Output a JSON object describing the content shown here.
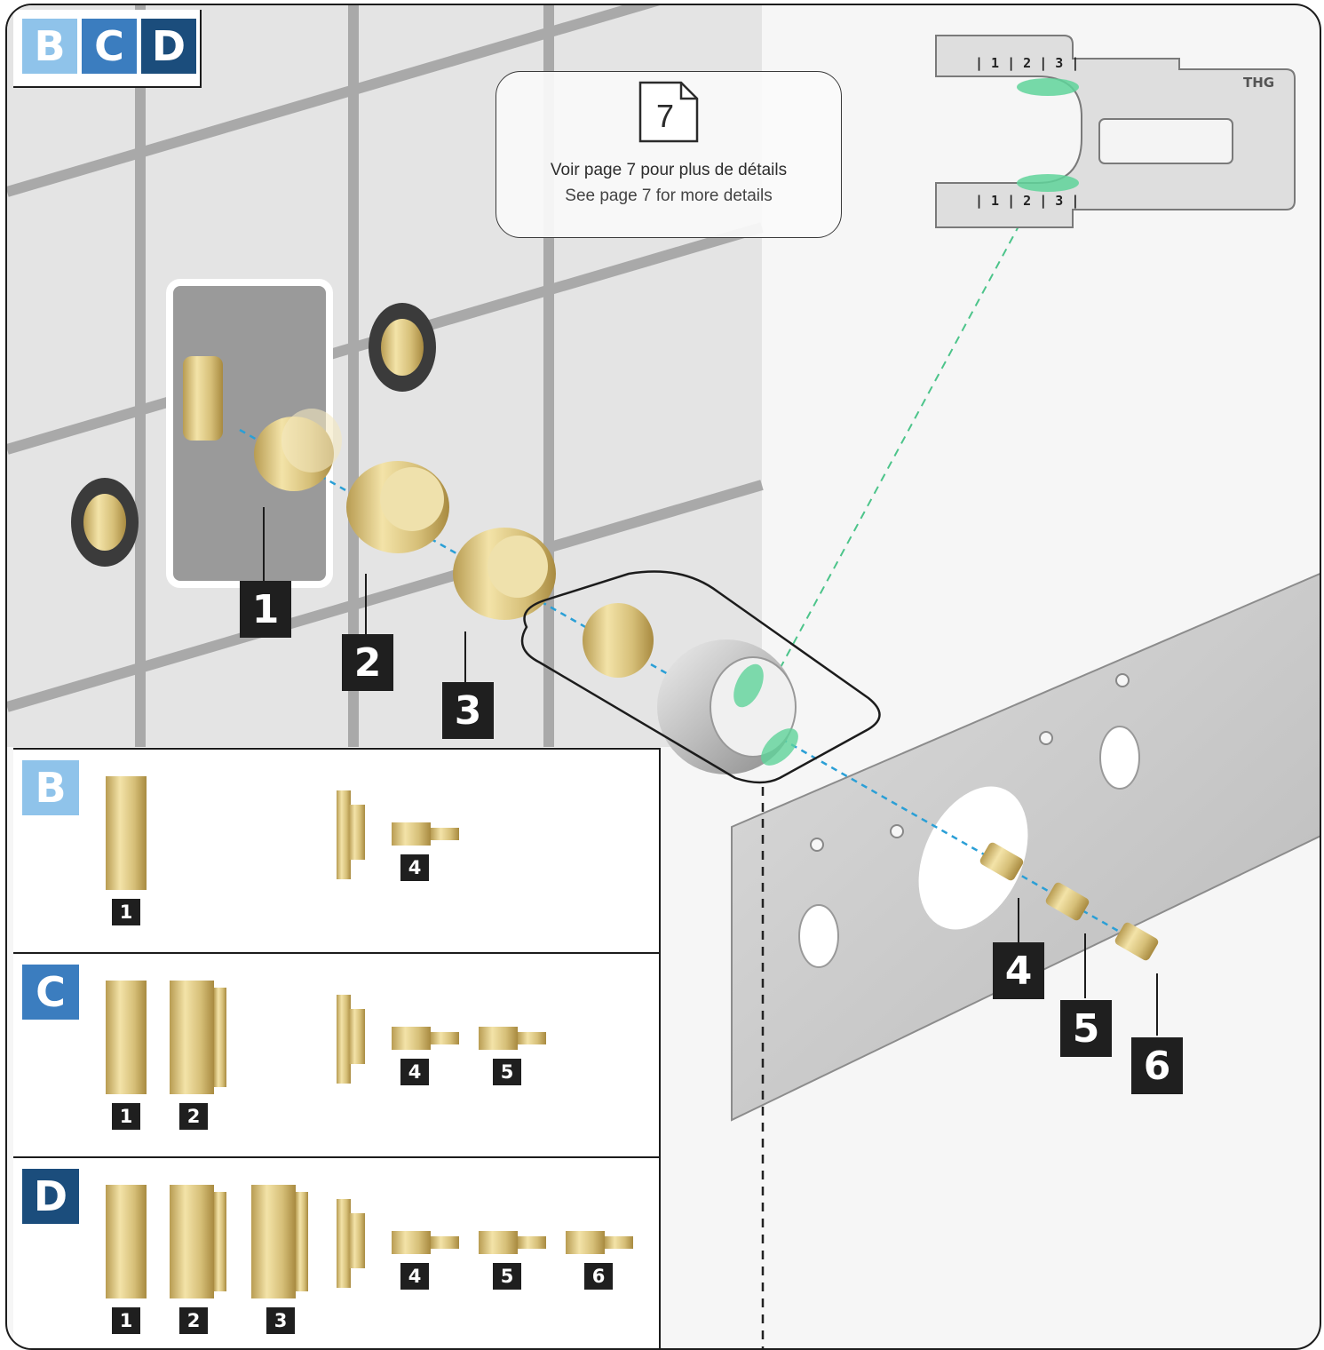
{
  "tabs": [
    {
      "letter": "B",
      "color": "#8fc3ea"
    },
    {
      "letter": "C",
      "color": "#3b7dbf"
    },
    {
      "letter": "D",
      "color": "#1b4d7c"
    }
  ],
  "callout": {
    "page_number": "7",
    "text_fr": "Voir page 7 pour plus de détails",
    "text_en": "See page 7 for more details"
  },
  "gauge": {
    "scale_text": "| 1 | 2 | 3 |",
    "brand_text": "THG"
  },
  "steps": {
    "s1": "1",
    "s2": "2",
    "s3": "3",
    "s4": "4",
    "s5": "5",
    "s6": "6"
  },
  "panels": [
    {
      "letter": "B",
      "color": "#8fc3ea",
      "parts": [
        "1",
        "4"
      ]
    },
    {
      "letter": "C",
      "color": "#3b7dbf",
      "parts": [
        "1",
        "2",
        "4",
        "5"
      ]
    },
    {
      "letter": "D",
      "color": "#1b4d7c",
      "parts": [
        "1",
        "2",
        "3",
        "4",
        "5",
        "6"
      ]
    }
  ],
  "colors": {
    "brass": "#d8c37e",
    "axis_line": "#2a9fd6",
    "gauge_line": "#4cc48a",
    "highlight": "#5fd39a"
  }
}
